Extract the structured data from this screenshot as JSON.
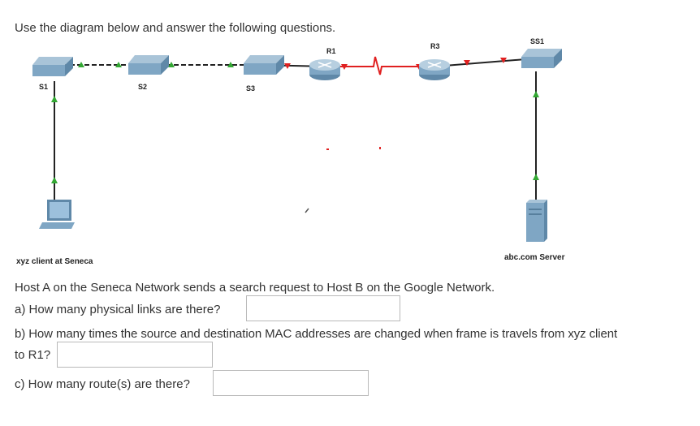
{
  "intro": "Use the diagram below and answer the following questions.",
  "diagram": {
    "switches": {
      "s1": "S1",
      "s2": "S2",
      "s3": "S3",
      "ss1": "SS1"
    },
    "routers": {
      "r1": "R1",
      "r3": "R3"
    },
    "hosts": {
      "client": "xyz client at Seneca",
      "server": "abc.com Server"
    }
  },
  "scenario": "Host A on the Seneca Network sends a search request to Host B on the Google Network.",
  "questions": {
    "a": "a) How many physical links are there?",
    "b_line1": "b) How many times the source and destination MAC addresses are changed when frame is travels from xyz client",
    "b_line2": "to R1?",
    "c": "c) How many route(s) are there?"
  },
  "answers": {
    "a": "",
    "b": "",
    "c": ""
  },
  "colors": {
    "link_green": "#33a833",
    "link_red": "#e02020",
    "wan_red": "#e02020",
    "device_blue": "#7fa6c4"
  }
}
